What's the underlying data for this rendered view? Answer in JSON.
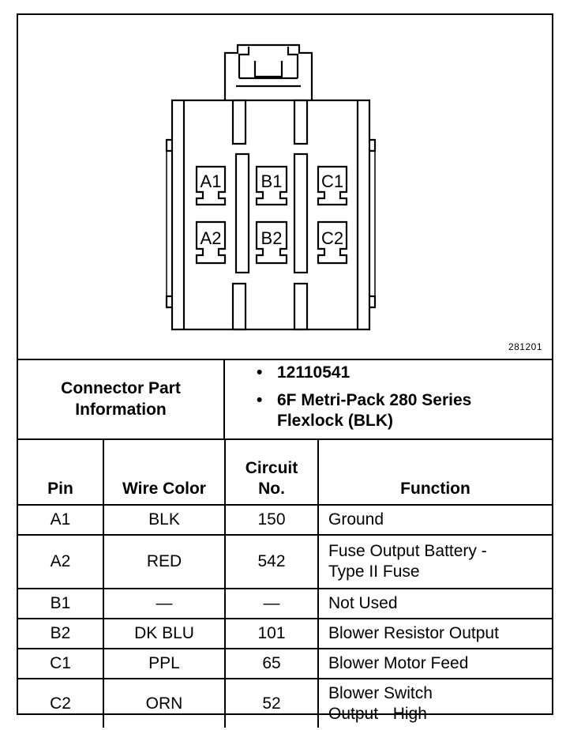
{
  "diagram": {
    "figure_number": "281201",
    "pin_labels": [
      "A1",
      "B1",
      "C1",
      "A2",
      "B2",
      "C2"
    ]
  },
  "connector_info": {
    "label": "Connector Part\nInformation",
    "bullets": [
      "12110541",
      "6F Metri-Pack 280 Series\nFlexlock (BLK)"
    ],
    "bullet_char": "•"
  },
  "table": {
    "headers": [
      "Pin",
      "Wire Color",
      "Circuit\nNo.",
      "Function"
    ],
    "rows": [
      {
        "pin": "A1",
        "wire_color": "BLK",
        "circuit": "150",
        "function": "Ground"
      },
      {
        "pin": "A2",
        "wire_color": "RED",
        "circuit": "542",
        "function": "Fuse Output Battery -\nType II Fuse"
      },
      {
        "pin": "B1",
        "wire_color": "—",
        "circuit": "—",
        "function": "Not Used"
      },
      {
        "pin": "B2",
        "wire_color": "DK BLU",
        "circuit": "101",
        "function": "Blower Resistor Output"
      },
      {
        "pin": "C1",
        "wire_color": "PPL",
        "circuit": "65",
        "function": "Blower Motor Feed"
      },
      {
        "pin": "C2",
        "wire_color": "ORN",
        "circuit": "52",
        "function": "Blower Switch\nOutput - High"
      }
    ]
  }
}
